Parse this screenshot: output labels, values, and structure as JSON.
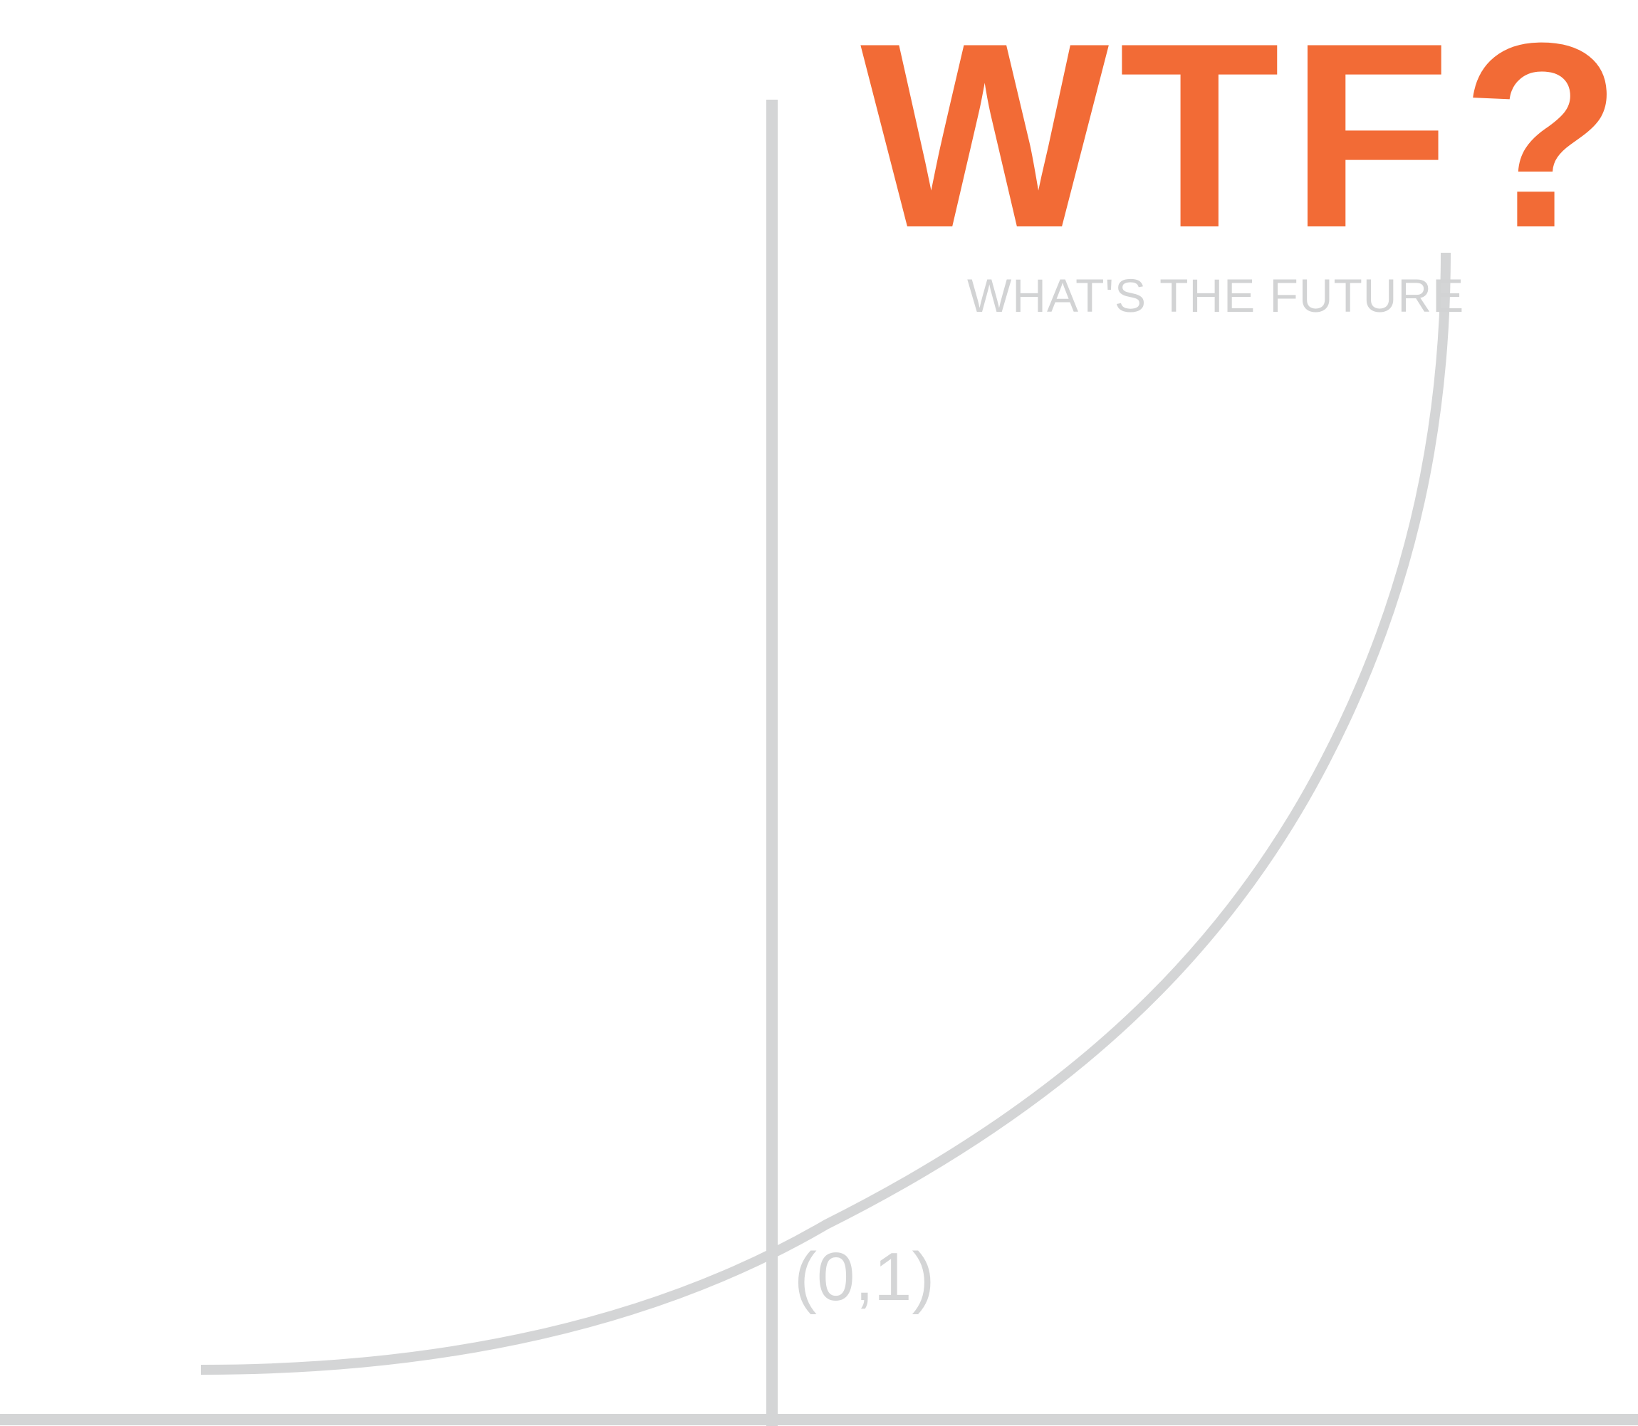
{
  "title": "WTF?",
  "subtitle": "WHAT'S THE FUTURE",
  "point_label": "(0,1)",
  "colors": {
    "title": "#F26B36",
    "subtitle": "#D2D3D4",
    "axes": "#D4D5D6",
    "curve": "#D4D5D6",
    "label": "#D4D5D6",
    "background": "#FFFFFF"
  }
}
